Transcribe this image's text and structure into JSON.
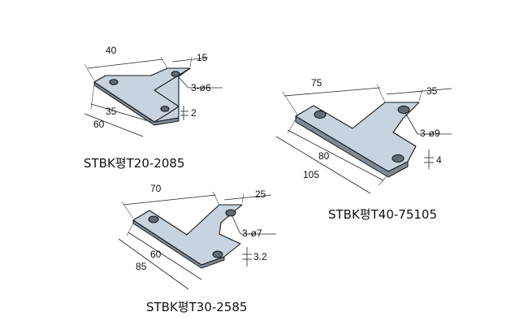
{
  "parts": [
    {
      "title": "STBK평T20-2085",
      "dims": {
        "top_width": "40",
        "stem_offset": "15",
        "holes": "3-ø6",
        "hole_span": "35",
        "total_length": "60",
        "thickness": "2"
      }
    },
    {
      "title": "STBK평T40-75105",
      "dims": {
        "top_width": "75",
        "stem_offset": "35",
        "holes": "3-ø9",
        "hole_span": "80",
        "total_length": "105",
        "thickness": "4"
      }
    },
    {
      "title": "STBK평T30-2585",
      "dims": {
        "top_width": "70",
        "stem_offset": "25",
        "holes": "3-ø7",
        "hole_span": "60",
        "total_length": "85",
        "thickness": "3.2"
      }
    }
  ]
}
